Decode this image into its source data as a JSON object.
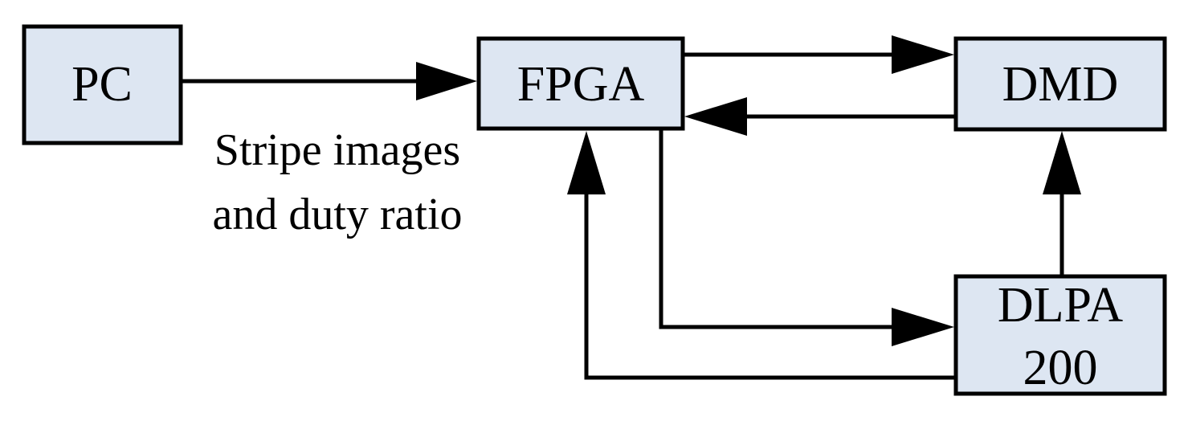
{
  "blocks": {
    "pc": {
      "label": "PC"
    },
    "fpga": {
      "label": "FPGA"
    },
    "dmd": {
      "label": "DMD"
    },
    "dlpa": {
      "label_line1": "DLPA",
      "label_line2": "200"
    }
  },
  "connections": {
    "pc_to_fpga": {
      "label_line1": "Stripe images",
      "label_line2": "and duty ratio"
    }
  },
  "colors": {
    "block_fill": "#dde6f2",
    "stroke": "#000000"
  }
}
